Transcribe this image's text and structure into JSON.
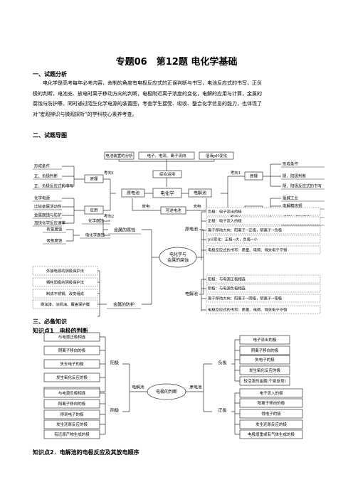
{
  "doc": {
    "title": "专题06　第12题 电化学基础",
    "sec1": "一、试题分析",
    "para": [
      "电化学是高考每年必考内容，命制的角度有电极反应式的正误判断与书写，电池反应式的书写，正负",
      "极的判断，电池充、放电时离子移动方向的判断，电极附近离子浓度的变化，电解的应用与计算，金属的",
      "腐蚀与防护等。同时通过陌生化学电源的装置图，考查学生接受、吸收、整合化学信息的能力，也体现了",
      "对\"宏观辨识与微观探析\"的学科核心素养考查。"
    ],
    "sec2": "二、试题导图",
    "sec3": "三、必备知识",
    "kp1": "知识点1　电极的判断",
    "kp2": "知识点2．电解池的电极反应及其放电顺序"
  },
  "map1": {
    "top_boxes": [
      "电池装置的分析",
      "电子、电流、离子流向",
      "溶液pH变化"
    ],
    "center": "电化学",
    "zonghe": "综合运用",
    "yuandianchi": "原电池",
    "dianjiechi": "电解池",
    "kenidianchi": "可逆电池",
    "fangdian": "放电",
    "chongdian": "充电",
    "kaodian1": "考向1",
    "kaodian2": "考向2",
    "yuanli": "原理",
    "yingyong": "应用",
    "left_top": [
      "形成条件",
      "正、负极判断",
      "正、负极反应式的书写"
    ],
    "left_bottom": [
      "化学电源",
      "比较金属活动性",
      "金属腐蚀与防护",
      "加快化学反应速率"
    ],
    "right_top": [
      "形成条件",
      "阴、阳极判断",
      "阴、阳极反应式的书写"
    ],
    "right_bottom": [
      "氯碱工业",
      "电解精炼铜",
      "电镀、电解冶炼",
      "金属防腐"
    ]
  },
  "map2": {
    "center": "电化学与\n金属的腐蚀",
    "corrosion": "金属的腐蚀",
    "protection": "金属的防护",
    "chem": "化学腐蚀",
    "electro": "电化学腐蚀",
    "xiqing": "析氢腐蚀",
    "xiyang": "吸氧腐蚀",
    "prot_items": [
      "外接电源的阴极保护法",
      "牺牲阳极的阴极保护法",
      "制成不锈钢、改变组成",
      "刷油漆、涂机油、覆盖保护膜"
    ],
    "ycc": "原电池",
    "djc": "电解池",
    "ycc_items": [
      "负极：电子流出的极",
      "正极：电子流入的极",
      "离子移动方向：阳离子→正极，阴离子→负极",
      "pH变化：正极→大，负极→小",
      "电极反应式的书写：质量、电荷、得失电子守恒"
    ],
    "djc_items": [
      "阳极：与电源正极相连",
      "阴极：与电源负极相连",
      "离子移动方向：阳离子→阴极，阴离子→阳极",
      "电极反应式的书写：质量、电荷、得失电子守恒"
    ]
  },
  "map3": {
    "center": "电极的判断",
    "djc": "电解池",
    "ycc": "原电池",
    "yangji": "阳极",
    "yinji": "阴极",
    "fuji": "负极",
    "zhengji": "正极",
    "yangji_items": [
      "与电源正极相连",
      "阴离子移向的极",
      "失去电子的极",
      "发生氧化反应的极",
      "有氧化产物生成的极"
    ],
    "yinji_items": [
      "与电源负极相连",
      "阳离子移向的极",
      "得到电子的极",
      "发生还原反应的极",
      "有还原产物生成的极"
    ],
    "fuji_items": [
      "电子流出的极",
      "阴离子移向的极",
      "失电子的极",
      "发生氧化反应的极",
      "较活泼的金属(个别反常)"
    ],
    "zhengji_items": [
      "电子流入的极",
      "阳离子移向的极",
      "得电子的极",
      "发生还原反应的极",
      "电极增重或有气体生成的极"
    ]
  }
}
